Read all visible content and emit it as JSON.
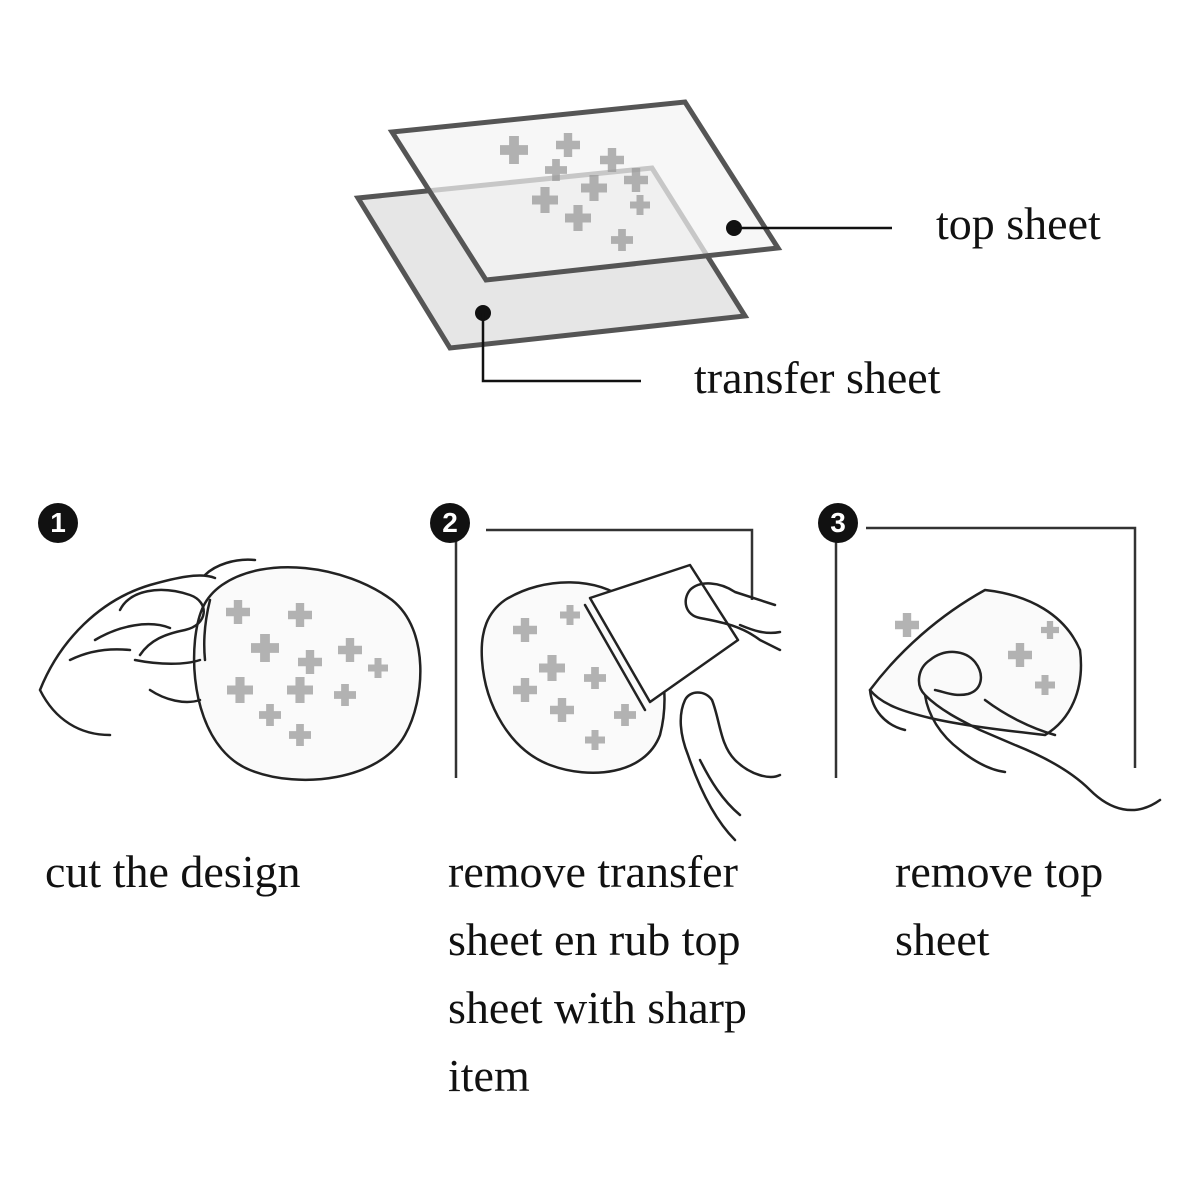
{
  "labels": {
    "top_sheet": "top sheet",
    "transfer_sheet": "transfer sheet"
  },
  "steps": [
    {
      "number": "1",
      "caption": "cut the design"
    },
    {
      "number": "2",
      "caption": "remove transfer sheet en rub top sheet with sharp item"
    },
    {
      "number": "3",
      "caption": "remove top sheet"
    }
  ],
  "colors": {
    "ink": "#111111",
    "sheet_outline": "#555555",
    "transfer_fill": "#e6e6e6",
    "top_fill": "#f4f4f4",
    "pattern": "#9a9a9a"
  },
  "icons": {
    "pattern": "cross-flower-pattern",
    "hand": "hand-outline"
  }
}
